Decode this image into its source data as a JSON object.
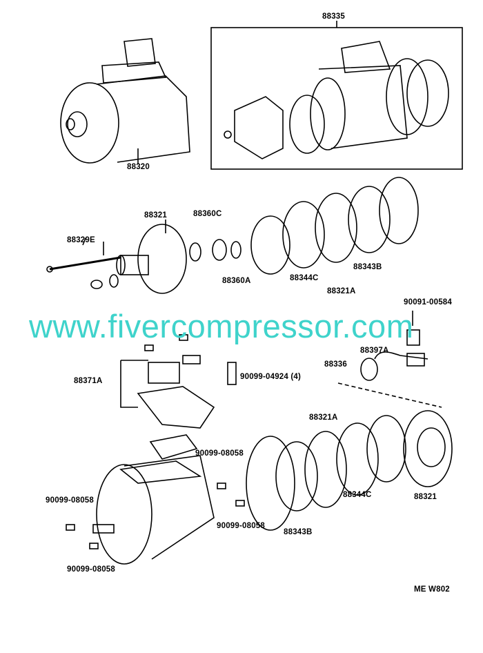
{
  "watermark": "www.fivercompressor.com",
  "drawing_code": "ME W802",
  "labels": {
    "compressor_kit": "88335",
    "compressor_assy": "88320",
    "front_housing": "88321",
    "shaft_seal_kit": "88360C",
    "through_bolt": "88329E",
    "snap_ring": "88360A",
    "valve_plate_front": "88344C",
    "cylinder_gasket_front": "88321A",
    "suction_valve_front": "88343B",
    "bolt_90091": "90091-00584",
    "clamp": "88397A",
    "thermo_switch": "88336",
    "bolt_90099": "90099-04924 (4)",
    "service_valve": "88371A",
    "cylinder_gasket_rear": "88321A",
    "pin_a": "90099-08058",
    "pin_b": "90099-08058",
    "pin_c": "90099-08058",
    "pin_d": "90099-08058",
    "valve_plate_rear": "88344C",
    "suction_valve_rear": "88343B",
    "rear_housing": "88321"
  }
}
